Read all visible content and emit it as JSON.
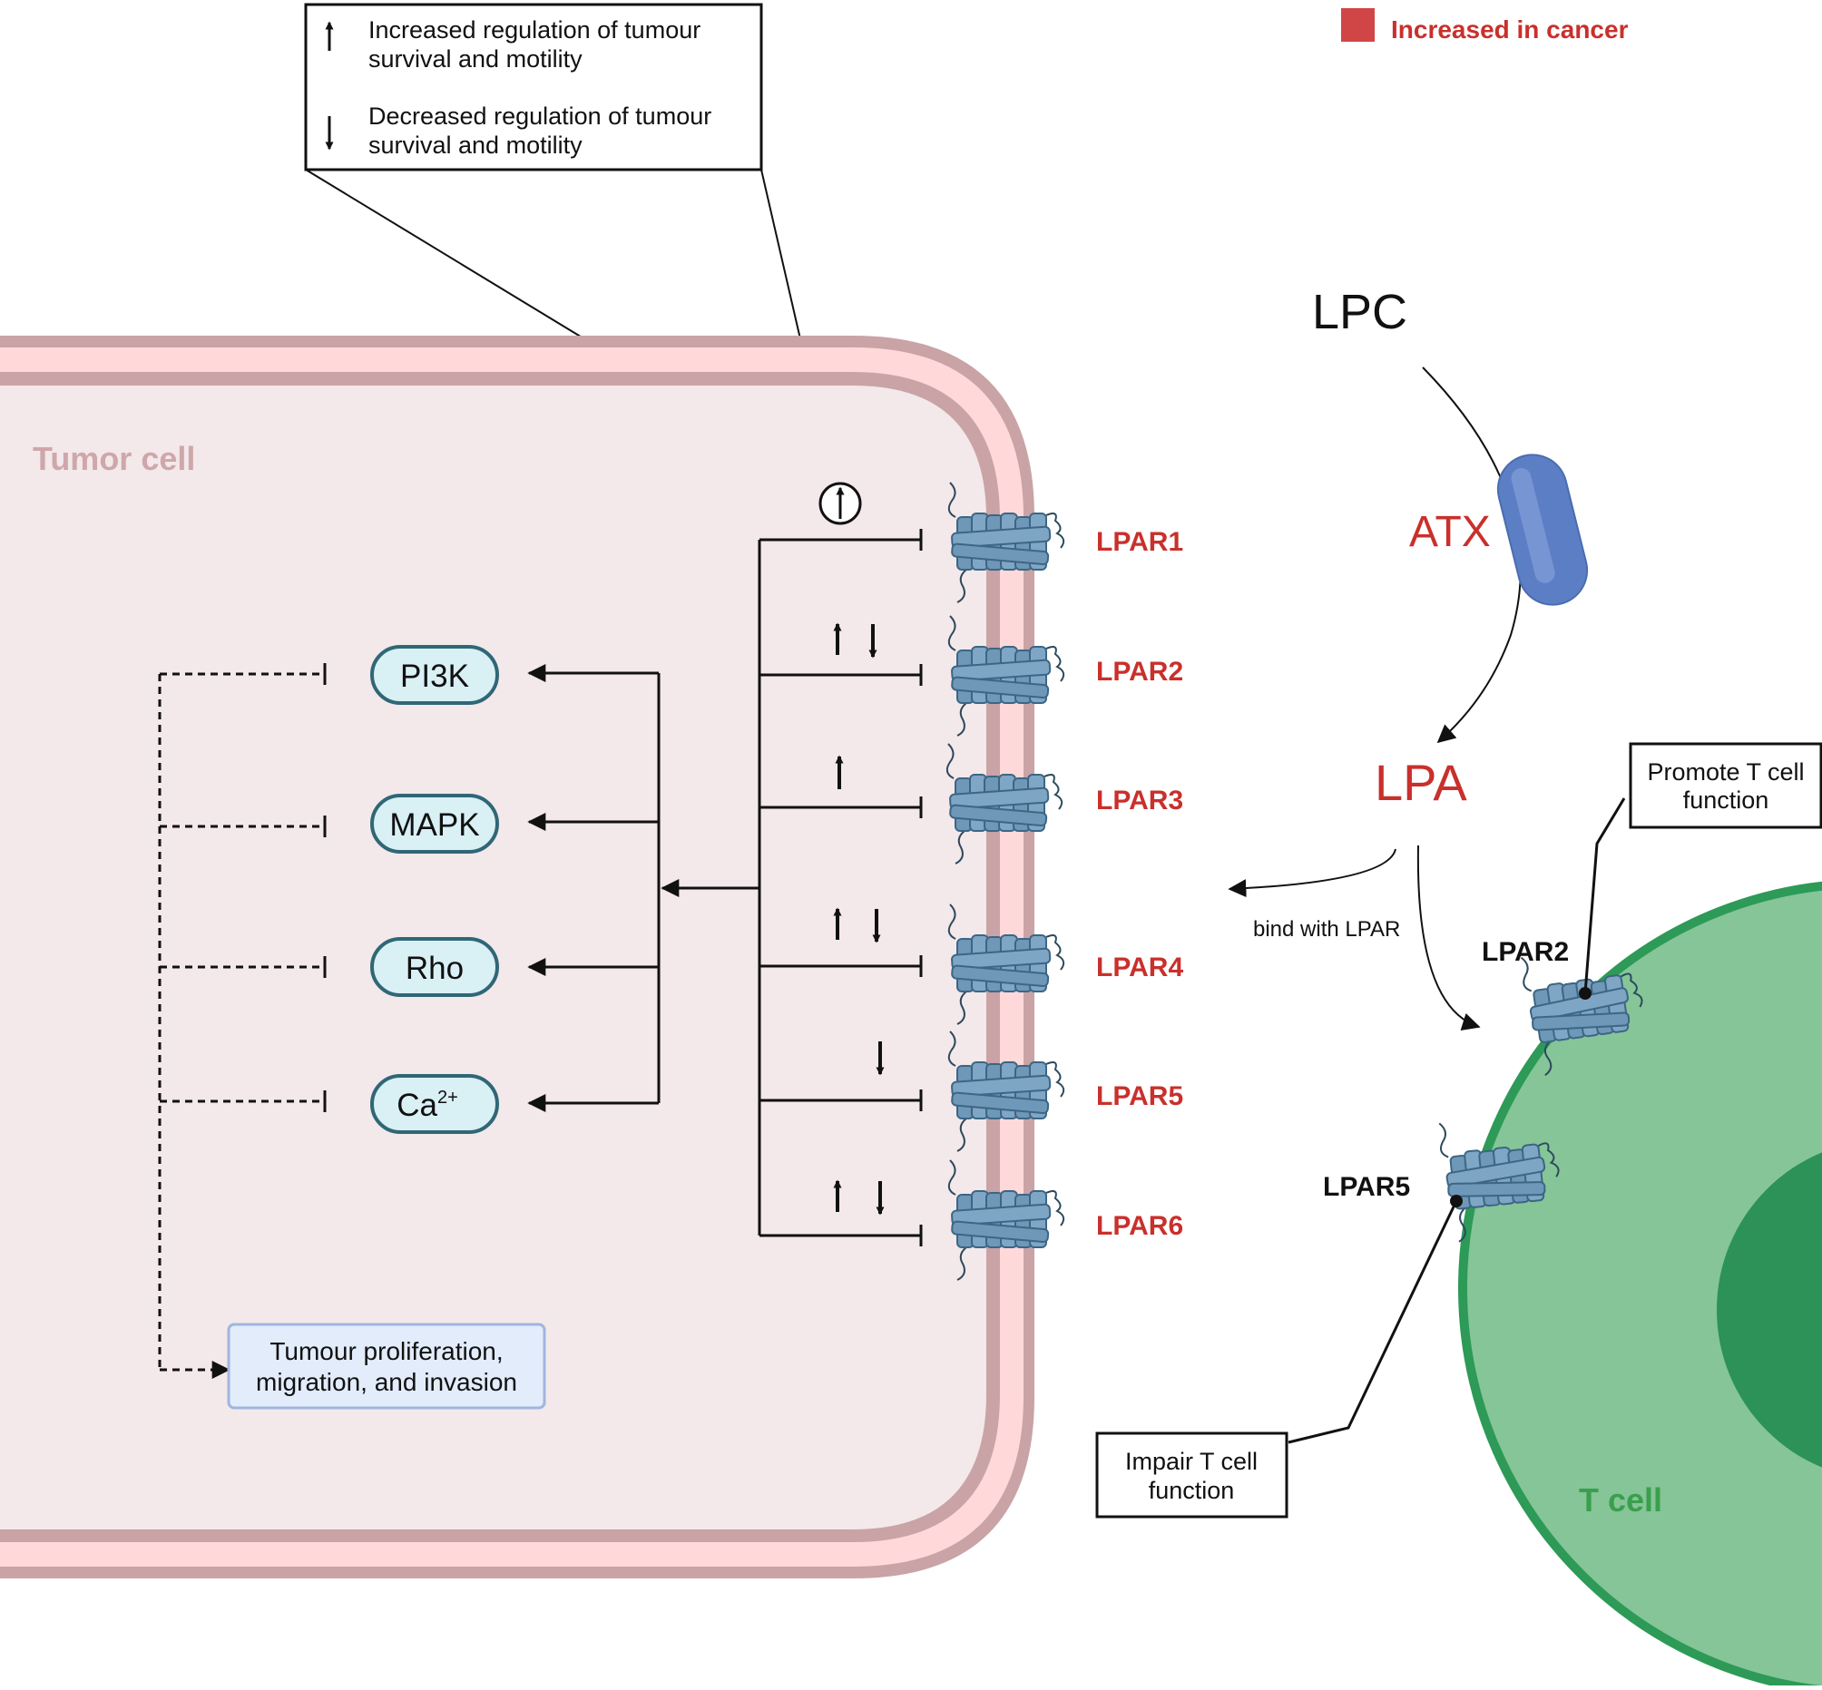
{
  "legend": {
    "increased_label": "Increased regulation of tumour survival and motility",
    "increased_lines": [
      "Increased regulation of tumour",
      "survival and motility"
    ],
    "decreased_label": "Decreased regulation of tumour survival and motility",
    "decreased_lines": [
      "Decreased regulation of tumour",
      "survival and motility"
    ],
    "cancer_key": "Increased in cancer",
    "cancer_color": "#d04646"
  },
  "tumor_cell": {
    "label": "Tumor cell"
  },
  "pathway": {
    "nodes": [
      "PI3K",
      "MAPK",
      "Rho"
    ],
    "calcium": {
      "base": "Ca",
      "sup": "2+"
    },
    "outcome_lines": [
      "Tumour proliferation,",
      "migration, and invasion"
    ]
  },
  "receptors": [
    {
      "label": "LPAR1",
      "effect": "up-circled"
    },
    {
      "label": "LPAR2",
      "effect": "up-down"
    },
    {
      "label": "LPAR3",
      "effect": "up"
    },
    {
      "label": "LPAR4",
      "effect": "up-down"
    },
    {
      "label": "LPAR5",
      "effect": "down"
    },
    {
      "label": "LPAR6",
      "effect": "up-down"
    }
  ],
  "extracellular": {
    "lpc": "LPC",
    "atx": "ATX",
    "lpa": "LPA",
    "bind_label": "bind with  LPAR"
  },
  "t_cell": {
    "label": "T cell",
    "lpar2": "LPAR2",
    "lpar5": "LPAR5",
    "promote_lines": [
      "Promote T cell",
      "function"
    ],
    "impair_lines": [
      "Impair T cell",
      "function"
    ]
  },
  "colors": {
    "highlight_red": "#c9302c",
    "tumor_fill": "#f3e8ea",
    "membrane": "#c9a3a6",
    "membrane_inner": "#ffd9da",
    "node_fill": "#d9f0f5",
    "node_stroke": "#2f6776",
    "receptor": "#6f97b8",
    "tcell_outer": "#2d9a57",
    "tcell_fill": "#85c597",
    "tcell_nucleus": "#2c9257",
    "atx": "#5b7ec5"
  }
}
